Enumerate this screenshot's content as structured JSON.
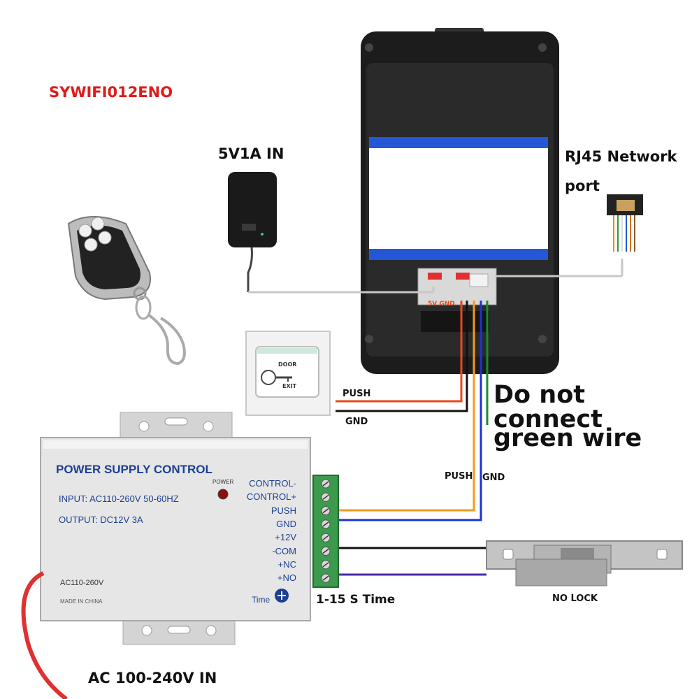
{
  "model": "SYWIFI012ENO",
  "adapter_label": "5V1A IN",
  "network_label_line1": "RJ45 Network",
  "network_label_line2": "port",
  "port_labels": "5V GND",
  "exit_button": {
    "line1": "DOOR",
    "line2": "EXIT"
  },
  "exit_wires": {
    "push": "PUSH",
    "gnd": "GND"
  },
  "warning_line1": "Do not connect",
  "warning_line2": "green wire",
  "psu_wires": {
    "push": "PUSH",
    "gnd": "GND"
  },
  "psu": {
    "title": "POWER SUPPLY CONTROL",
    "input": "INPUT: AC110-260V 50-60HZ",
    "output": "OUTPUT: DC12V  3A",
    "power_led": "POWER",
    "ac_label": "AC110-260V",
    "made_in": "MADE IN CHINA",
    "time": "Time",
    "terminals": [
      "CONTROL-",
      "CONTROL+",
      "PUSH",
      "GND",
      "+12V",
      "-COM",
      "+NC",
      "+NO"
    ]
  },
  "time_label": "1-15 S Time",
  "lock_label": "NO LOCK",
  "ac_in_label": "AC 100-240V IN",
  "colors": {
    "title_red": "#e01a1a",
    "psu_text": "#1d3f93",
    "wire_orange": "#f39a1e",
    "wire_red": "#e8491d",
    "wire_blue": "#1a33d6",
    "wire_green": "#1e8a2a",
    "screen_blue": "#2457d8"
  }
}
